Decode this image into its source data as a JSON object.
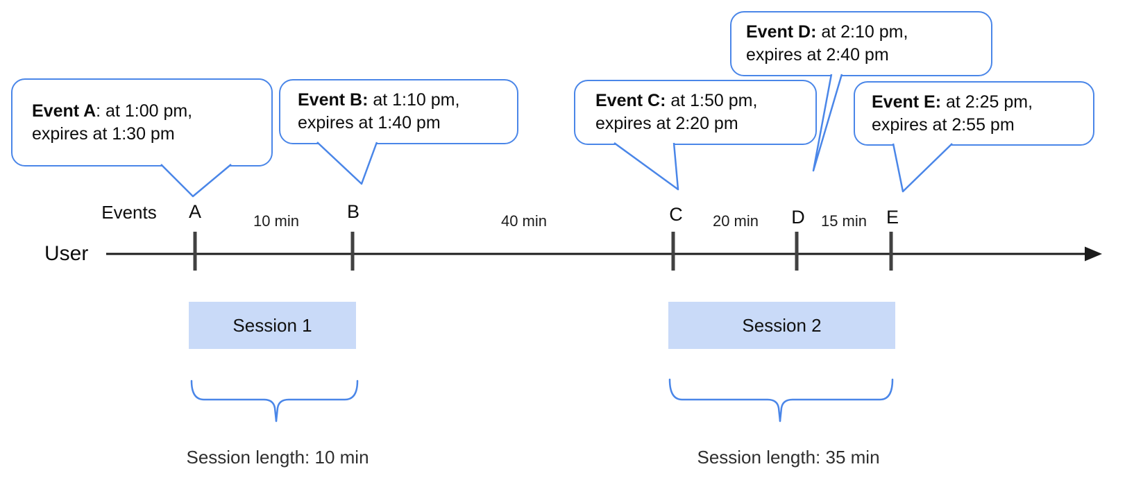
{
  "bubbles": [
    {
      "mark": "A",
      "bold": "Event A",
      "rest": ": at 1:00 pm,",
      "line2": "expires at 1:30 pm"
    },
    {
      "mark": "B",
      "bold": "Event B:",
      "rest": " at 1:10 pm,",
      "line2": "expires at 1:40 pm"
    },
    {
      "mark": "C",
      "bold": "Event C:",
      "rest": " at 1:50 pm,",
      "line2": "expires at 2:20 pm"
    },
    {
      "mark": "D",
      "bold": "Event D:",
      "rest": " at 2:10 pm,",
      "line2": "expires at 2:40 pm"
    },
    {
      "mark": "E",
      "bold": "Event E:",
      "rest": " at 2:25 pm,",
      "line2": "expires at 2:55 pm"
    }
  ],
  "timeline": {
    "axis_label": "User",
    "events_label": "Events",
    "event_marks": [
      "A",
      "B",
      "C",
      "D",
      "E"
    ],
    "intervals": [
      "10 min",
      "40 min",
      "20 min",
      "15 min"
    ]
  },
  "sessions": [
    {
      "label": "Session 1",
      "length_label": "Session length: 10 min"
    },
    {
      "label": "Session 2",
      "length_label": "Session length: 35 min"
    }
  ],
  "colors": {
    "accent_blue": "#4a86e8",
    "session_fill": "#c9daf8",
    "tick_gray": "#414141",
    "axis_black": "#1b1b1b"
  }
}
